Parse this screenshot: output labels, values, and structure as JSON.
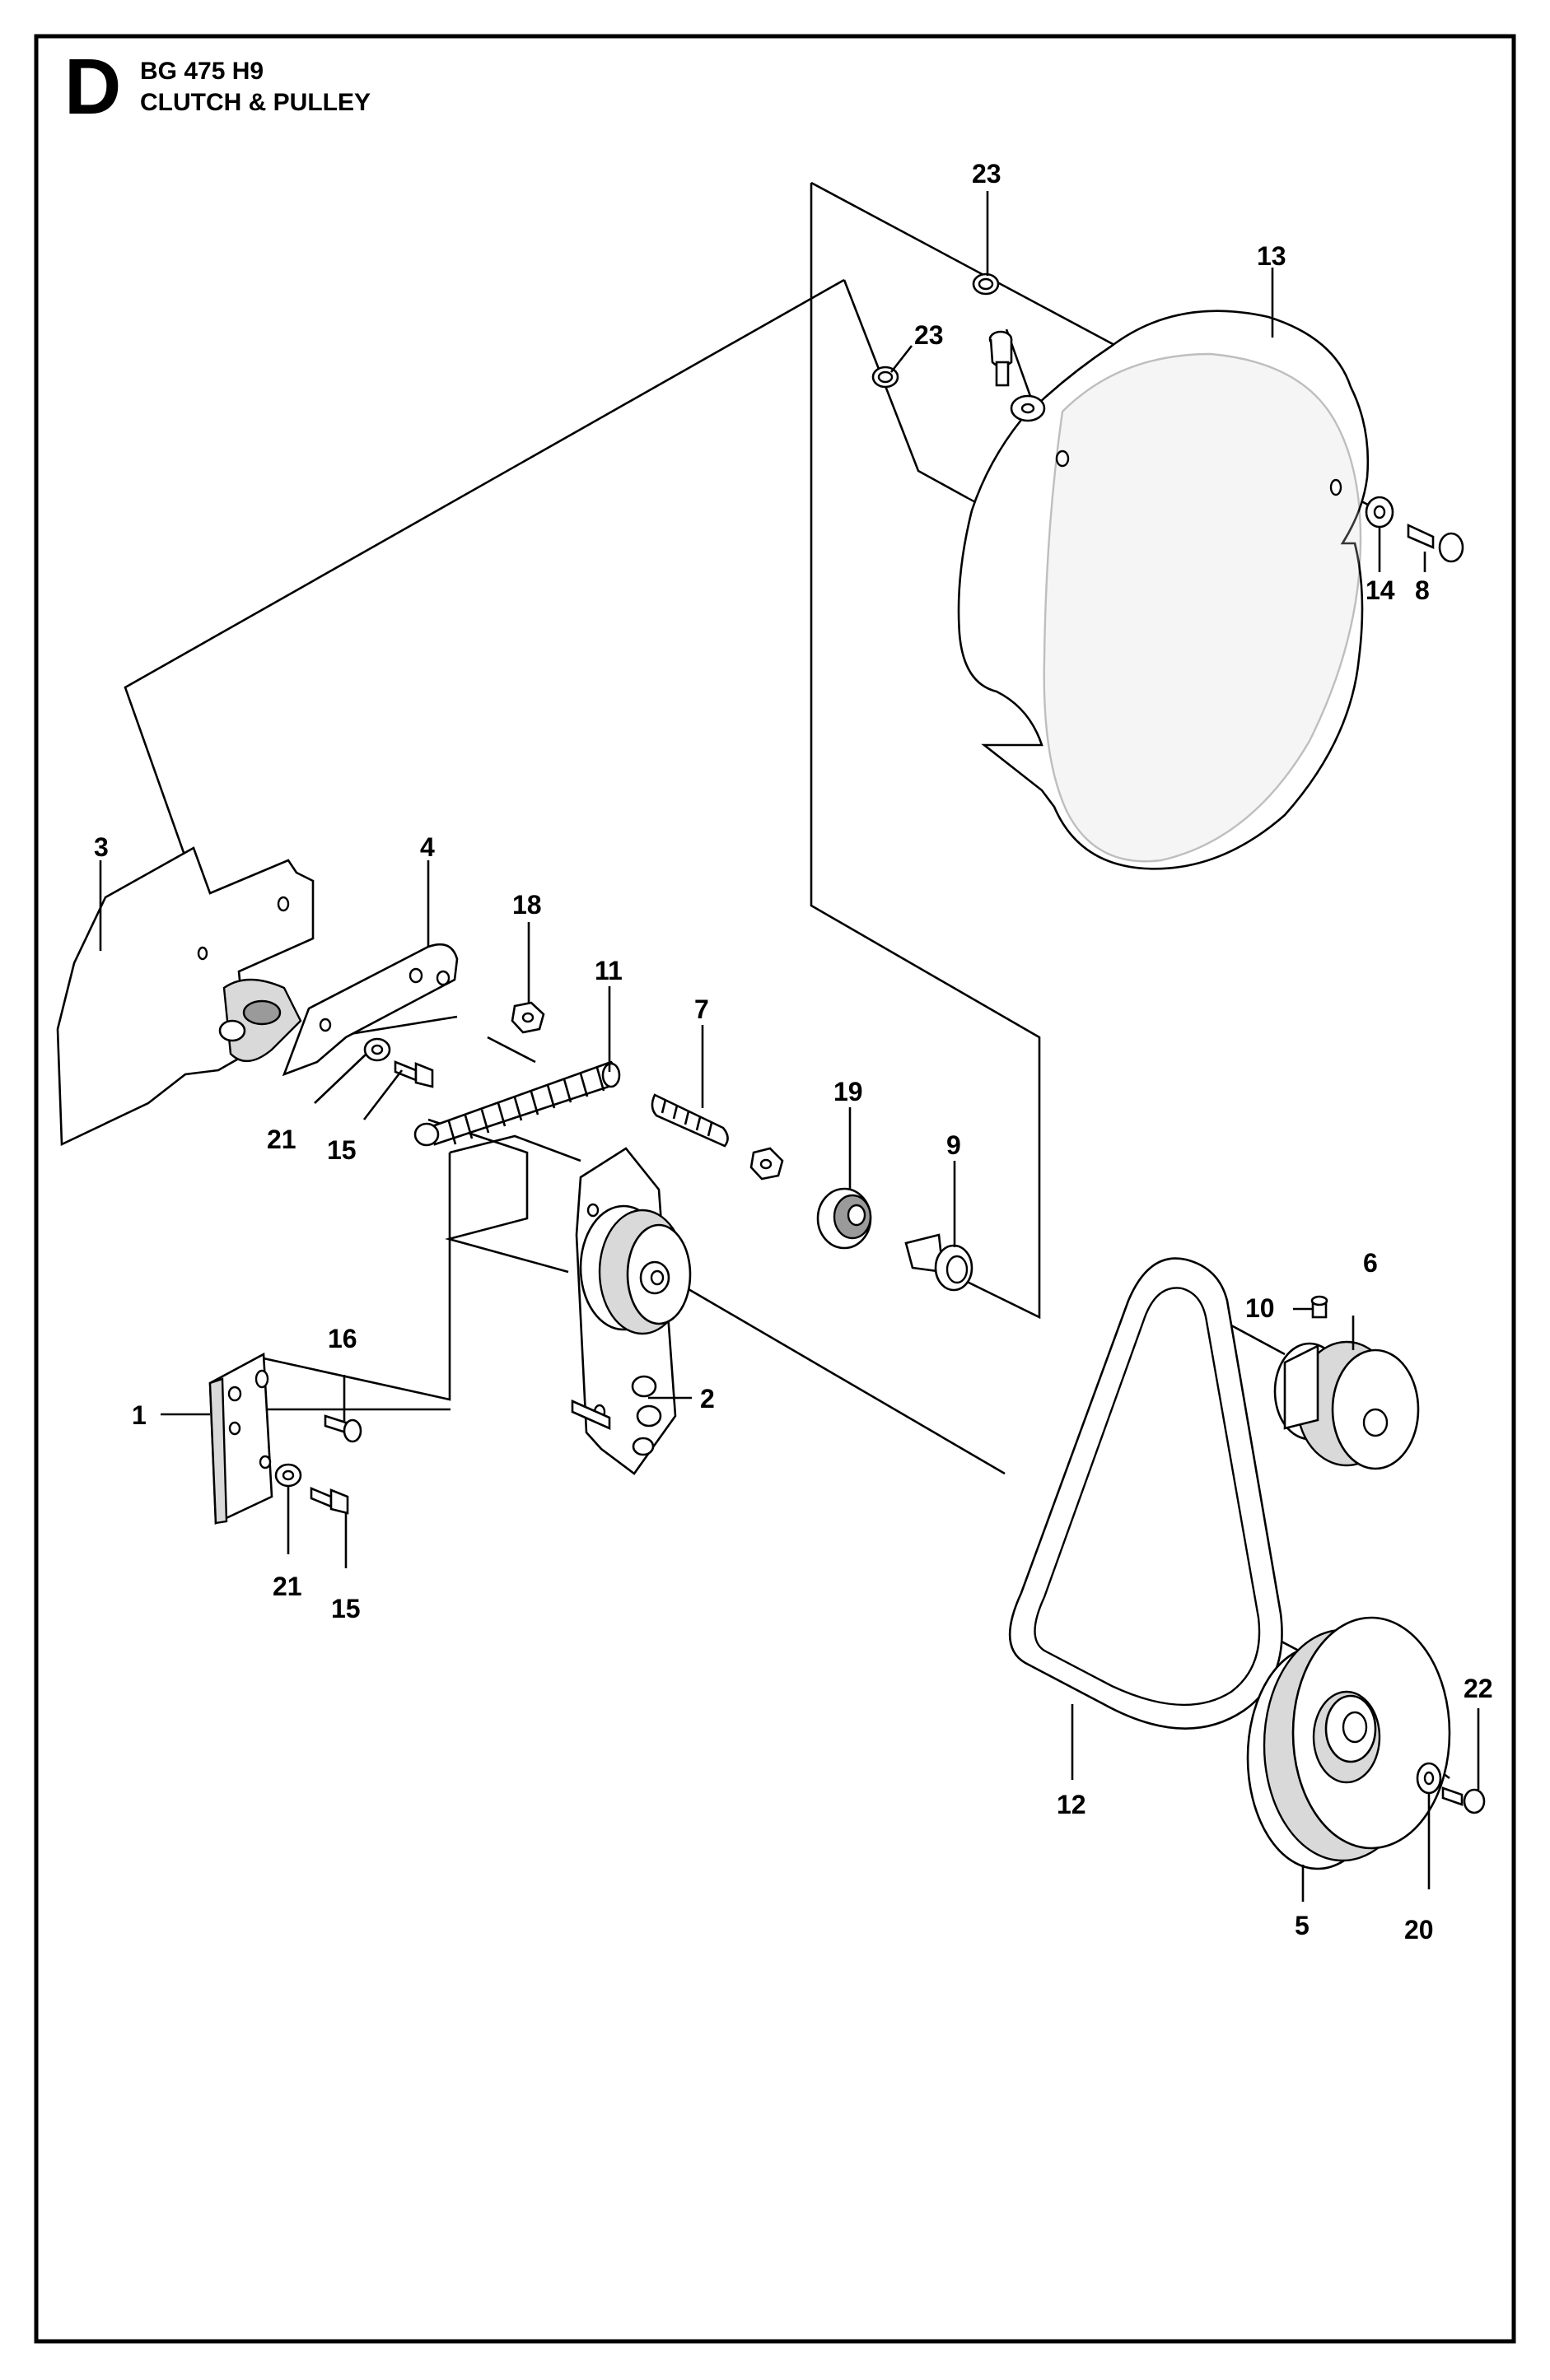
{
  "header": {
    "section_letter": "D",
    "model": "BG 475 H9",
    "title": "CLUTCH & PULLEY"
  },
  "callouts": {
    "c1": "1",
    "c2": "2",
    "c3": "3",
    "c4": "4",
    "c5": "5",
    "c6": "6",
    "c7": "7",
    "c8": "8",
    "c9": "9",
    "c10": "10",
    "c11": "11",
    "c12": "12",
    "c13": "13",
    "c14": "14",
    "c15a": "15",
    "c15b": "15",
    "c16": "16",
    "c18": "18",
    "c19": "19",
    "c20": "20",
    "c21a": "21",
    "c21b": "21",
    "c22": "22",
    "c23a": "23",
    "c23b": "23"
  }
}
